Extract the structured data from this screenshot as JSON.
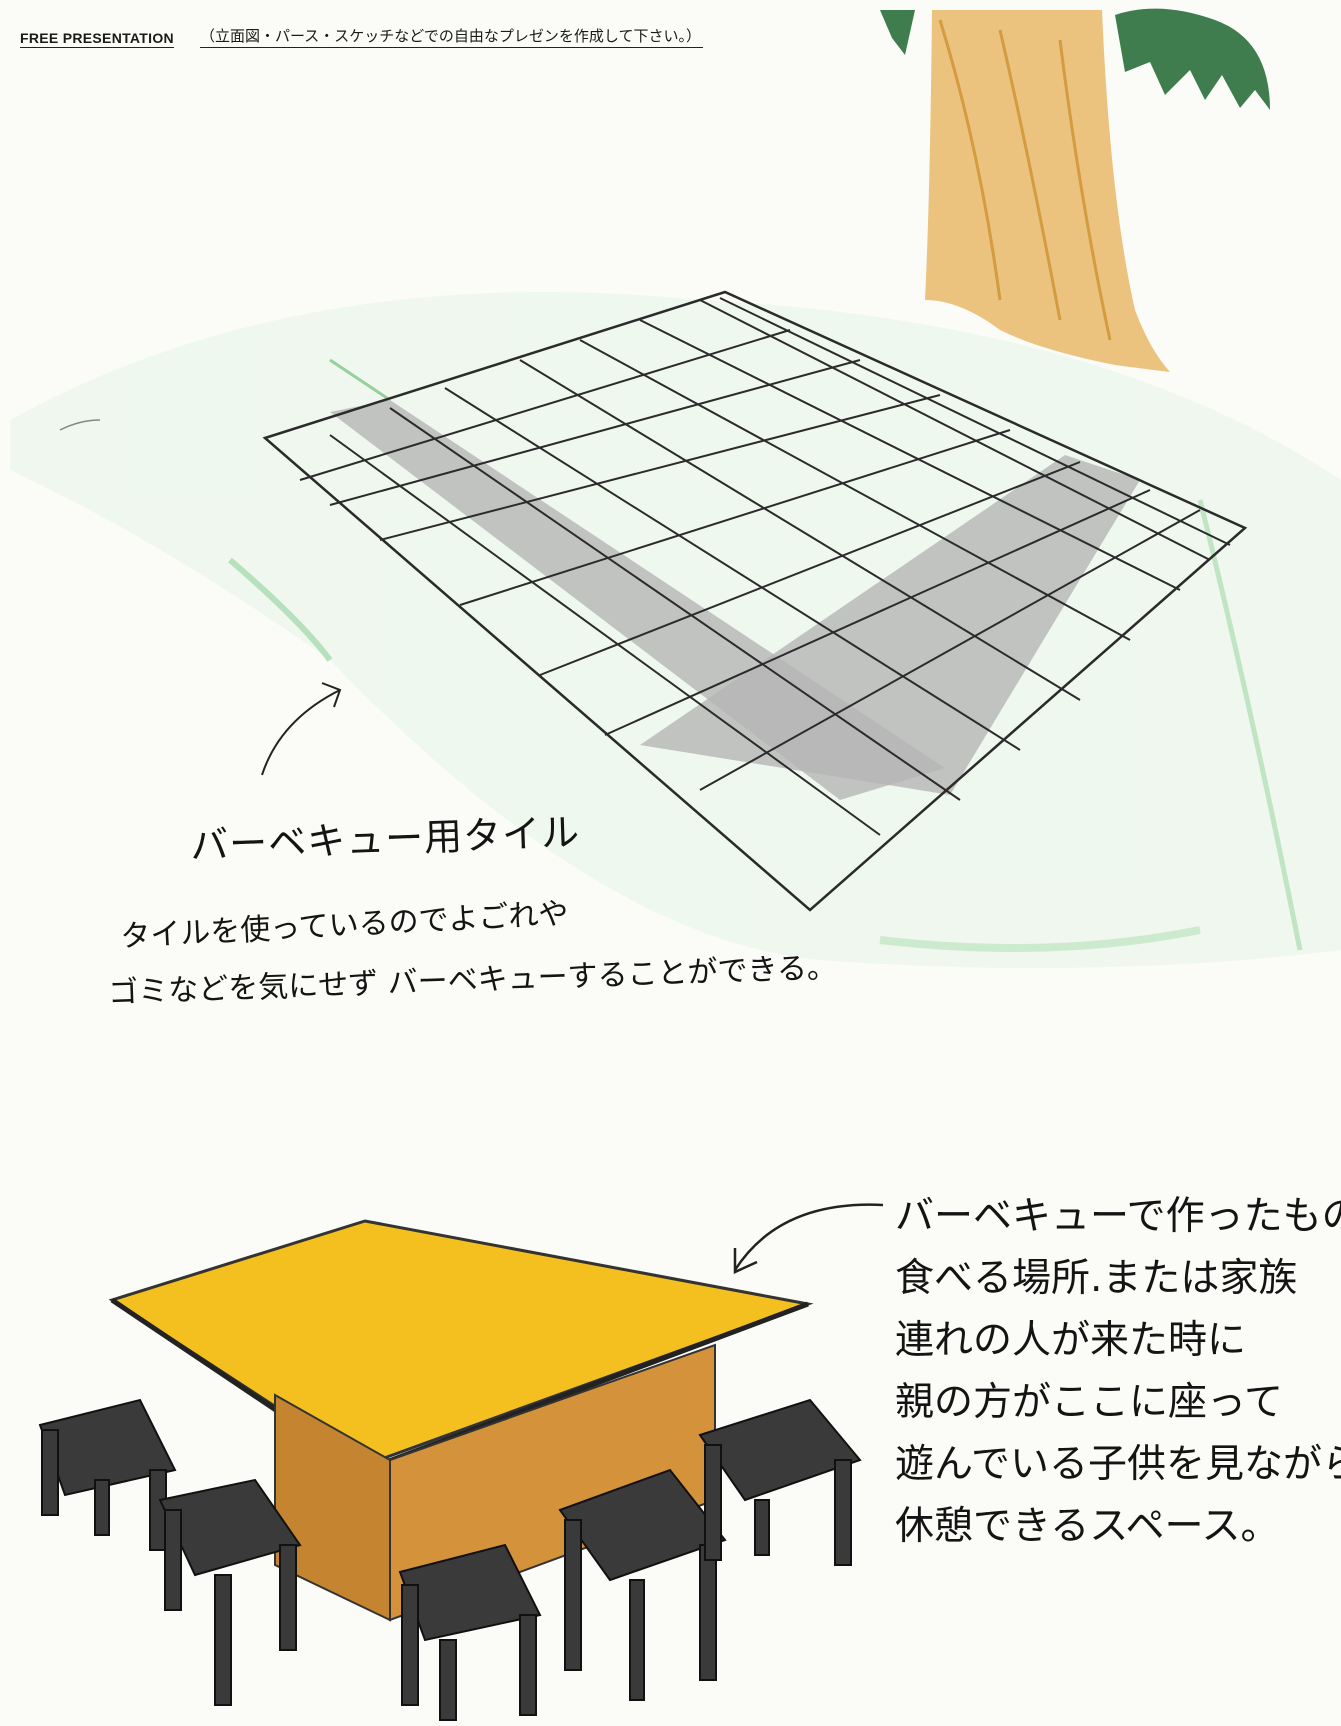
{
  "header": {
    "title_en": "FREE PRESENTATION",
    "title_jp": "（立面図・パース・スケッチなどでの自由なプレゼンを作成して下さい。）"
  },
  "annotations": {
    "tile_label": "バーベキュー用タイル",
    "tile_description": [
      "タイルを使っているのでよごれや",
      "ゴミなどを気にせず バーベキューすることができる。"
    ],
    "table_note": [
      "バーベキューで作ったものを",
      "食べる場所.または家族",
      "連れの人が来た時に",
      "親の方がここに座って",
      "遊んでいる子供を見ながら",
      "休憩できるスペース。"
    ]
  },
  "drawing": {
    "colors": {
      "tree_trunk": "#e8b86a",
      "leaves": "#3f7d4e",
      "grass": "#bfe3c2",
      "tile_grid": "#2b2b2b",
      "tile_shade": "#b5b5b5",
      "table_top": "#f3c020",
      "table_base": "#cf8a2c",
      "stools": "#3a3a3a"
    },
    "icons": [
      "tree-sketch",
      "tile-grid-sketch",
      "arrow",
      "table-sketch",
      "stool-sketch"
    ]
  }
}
